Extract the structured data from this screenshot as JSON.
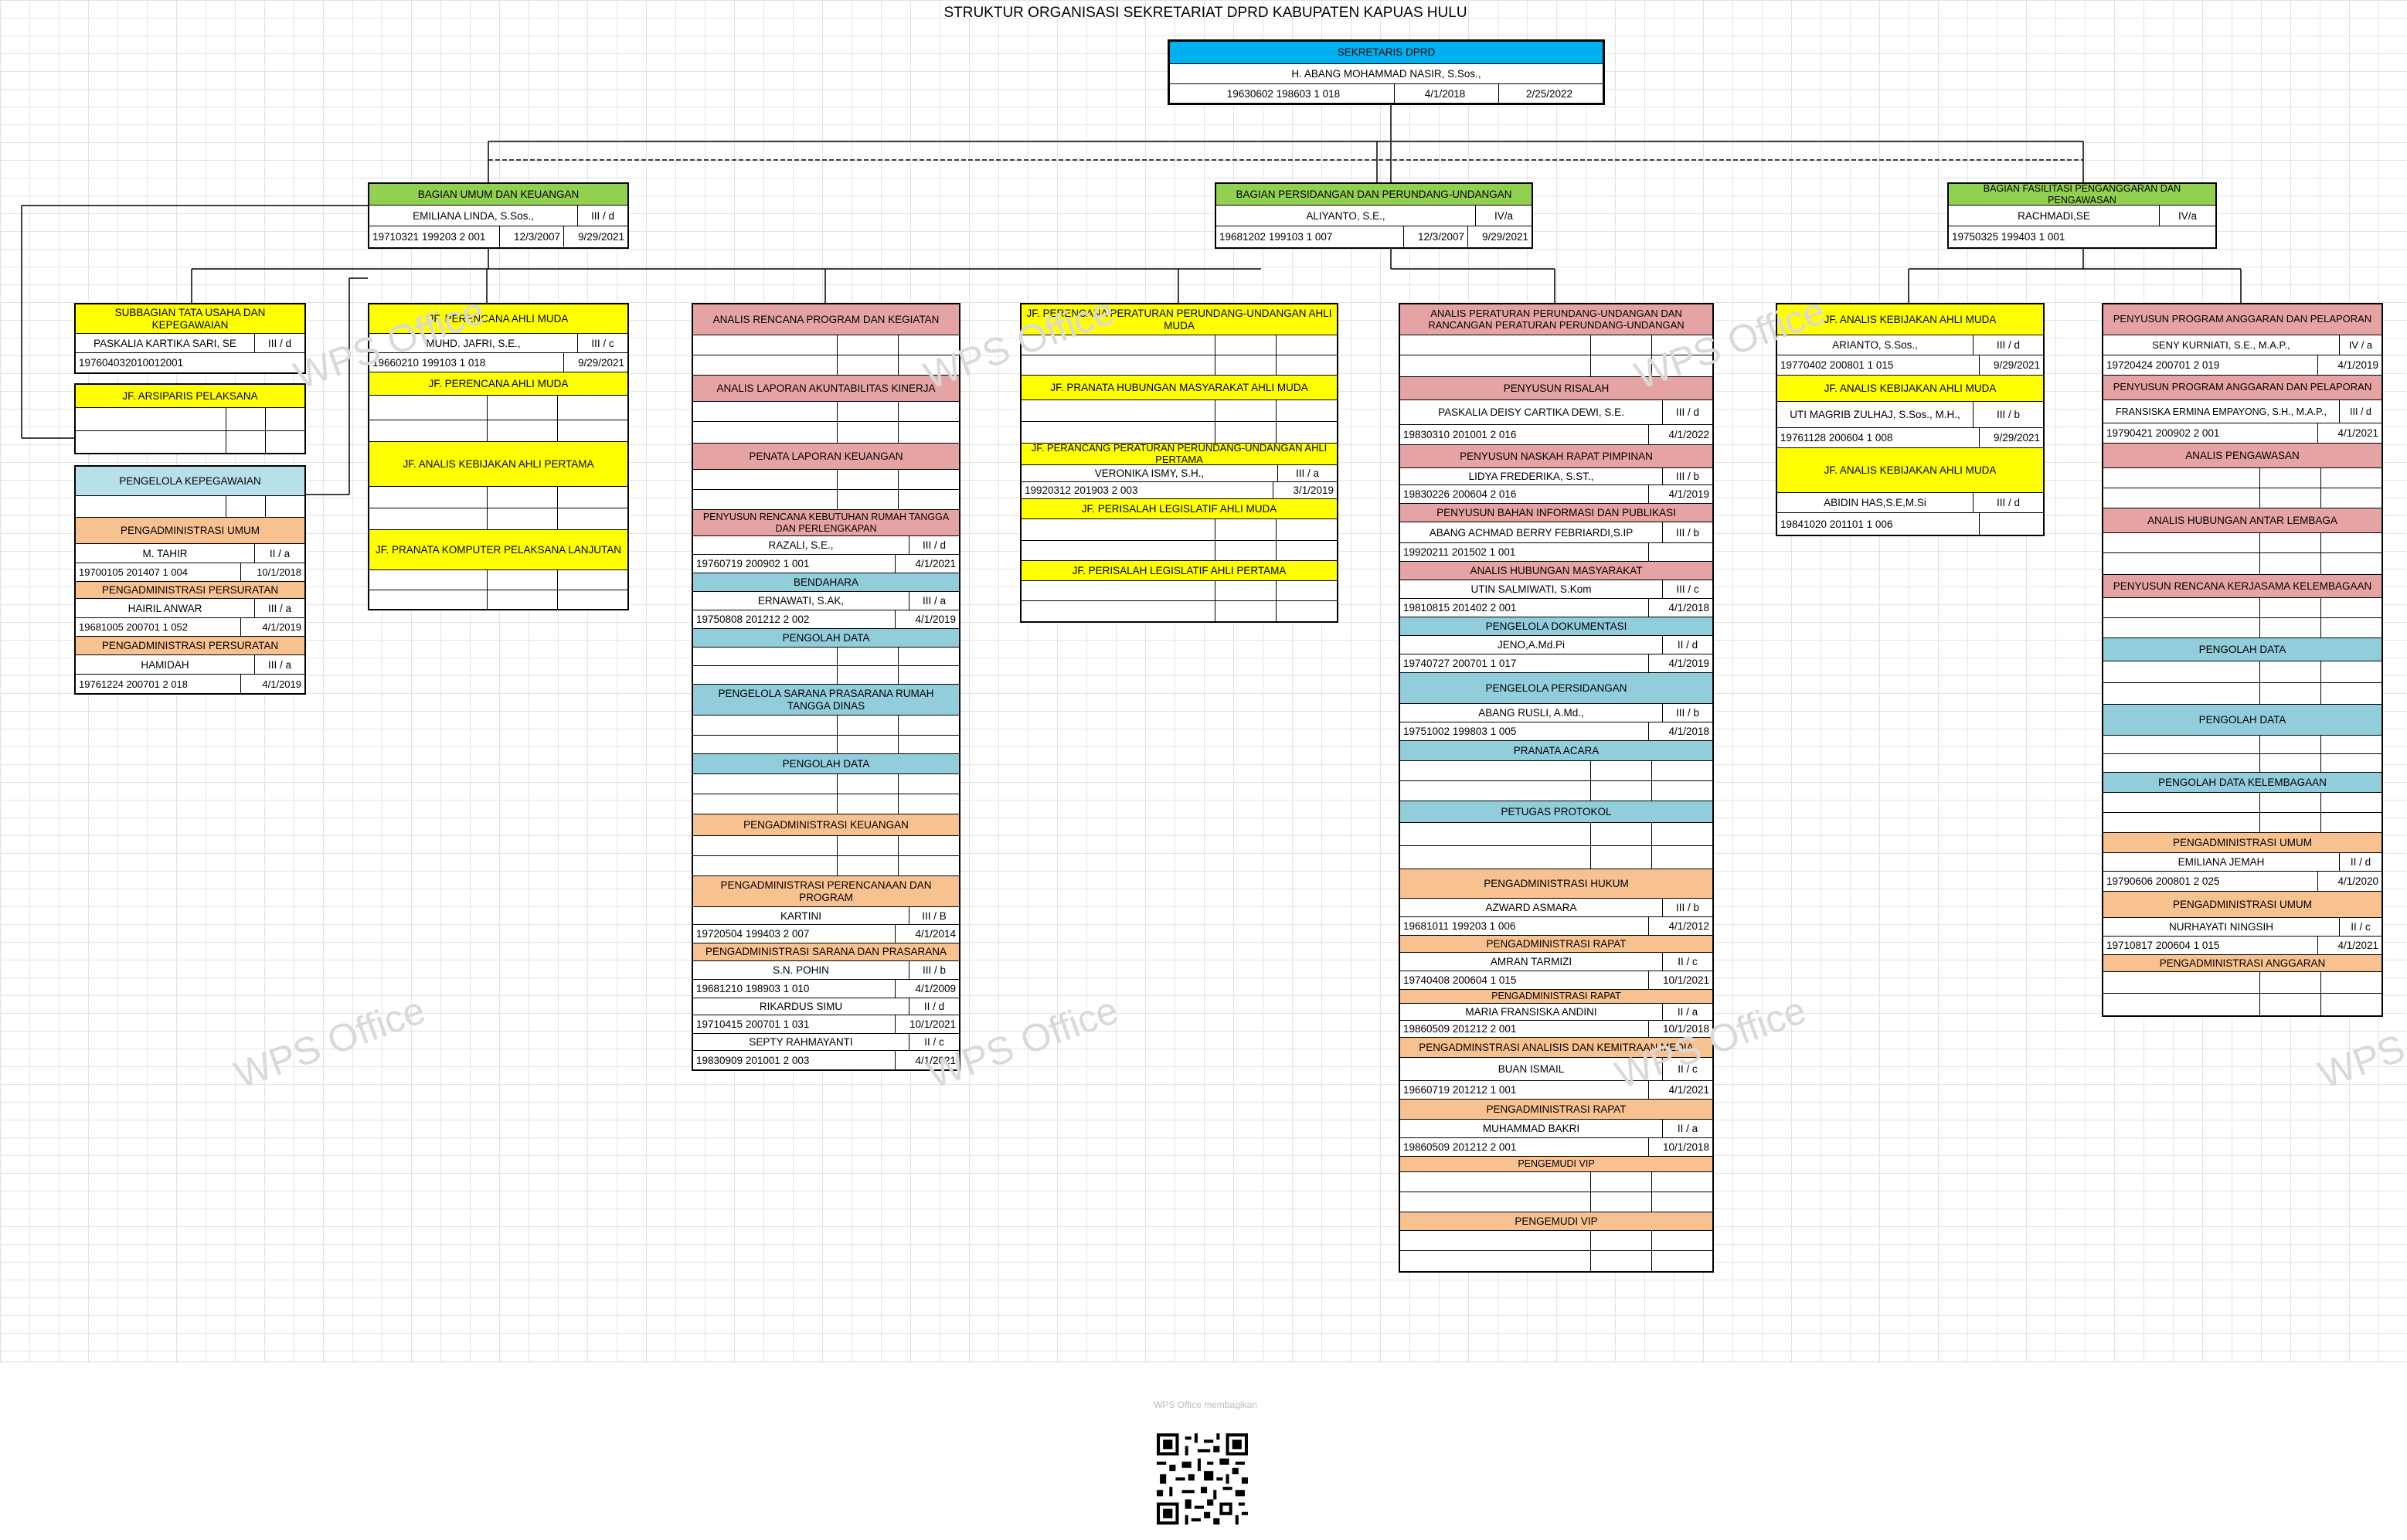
{
  "title": "STRUKTUR ORGANISASI SEKRETARIAT DPRD KABUPATEN KAPUAS HULU",
  "colors": {
    "blue": "#00b0f0",
    "green": "#92d050",
    "yellow": "#ffff00",
    "red": "#e6a3a3",
    "lightblue": "#b7e0ea",
    "teal": "#92cddc",
    "orange": "#f8c190"
  },
  "top": {
    "header": "SEKRETARIS DPRD",
    "name": "H. ABANG MOHAMMAD NASIR, S.Sos.,",
    "nip": "19630602 198603 1 018",
    "d1": "4/1/2018",
    "d2": "2/25/2022"
  },
  "bagian": {
    "umum": {
      "header": "BAGIAN UMUM DAN KEUANGAN",
      "name": "EMILIANA LINDA, S.Sos.,",
      "grade": "III / d",
      "nip": "19710321 199203 2 001",
      "d1": "12/3/2007",
      "d2": "9/29/2021"
    },
    "persidangan": {
      "header": "BAGIAN PERSIDANGAN DAN PERUNDANG-UNDANGAN",
      "name": "ALIYANTO, S.E.,",
      "grade": "IV/a",
      "nip": "19681202 199103 1 007",
      "d1": "12/3/2007",
      "d2": "9/29/2021"
    },
    "fasilitasi": {
      "header": "BAGIAN FASILITASI PENGANGGARAN DAN PENGAWASAN",
      "name": "RACHMADI,SE",
      "grade": "IV/a",
      "nip": "19750325 199403 1 001"
    }
  },
  "c1": {
    "subbag": {
      "header": "SUBBAGIAN TATA USAHA DAN KEPEGAWAIAN",
      "name": "PASKALIA KARTIKA SARI, SE",
      "grade": "III / d",
      "nip": "197604032010012001"
    },
    "arsiparis": "JF. ARSIPARIS PELAKSANA",
    "pk": {
      "h1": "PENGELOLA KEPEGAWAIAN",
      "h2": "PENGADMINISTRASI UMUM",
      "p1": {
        "name": "M. TAHIR",
        "grade": "II / a",
        "nip": "19700105 201407 1 004",
        "d": "10/1/2018"
      },
      "h3": "PENGADMINISTRASI PERSURATAN",
      "p2": {
        "name": "HAIRIL ANWAR",
        "grade": "III / a",
        "nip": "19681005 200701 1 052",
        "d": "4/1/2019"
      },
      "h4": "PENGADMINISTRASI PERSURATAN",
      "p3": {
        "name": "HAMIDAH",
        "grade": "III / a",
        "nip": "19761224 200701 2 018",
        "d": "4/1/2019"
      }
    }
  },
  "c2": {
    "h1": "JF. PERENCANA AHLI MUDA",
    "p1": {
      "name": "MUHD. JAFRI, S.E.,",
      "grade": "III / c",
      "nip": "19660210 199103 1 018",
      "d": "9/29/2021"
    },
    "h2": "JF. PERENCANA AHLI MUDA",
    "h3": "JF. ANALIS KEBIJAKAN AHLI PERTAMA",
    "h4": "JF. PRANATA KOMPUTER PELAKSANA LANJUTAN"
  },
  "c3": {
    "h1": "ANALIS RENCANA PROGRAM DAN KEGIATAN",
    "h2": "ANALIS LAPORAN AKUNTABILITAS KINERJA",
    "h3": "PENATA LAPORAN KEUANGAN",
    "h4": "PENYUSUN RENCANA KEBUTUHAN RUMAH TANGGA DAN PERLENGKAPAN",
    "p4": {
      "name": "RAZALI, S.E.,",
      "grade": "III / d",
      "nip": "19760719 200902 1 001",
      "d": "4/1/2021"
    },
    "h5": "BENDAHARA",
    "p5": {
      "name": "ERNAWATI, S.AK,",
      "grade": "III / a",
      "nip": "19750808 201212 2 002",
      "d": "4/1/2019"
    },
    "h6": "PENGOLAH DATA",
    "h7": "PENGELOLA SARANA PRASARANA RUMAH TANGGA DINAS",
    "h8": "PENGOLAH DATA",
    "h9": "PENGADMINISTRASI KEUANGAN",
    "h10": "PENGADMINISTRASI PERENCANAAN DAN PROGRAM",
    "p10": {
      "name": "KARTINI",
      "grade": "III / B",
      "nip": "19720504 199403 2 007",
      "d": "4/1/2014"
    },
    "h11": "PENGADMINISTRASI SARANA DAN PRASARANA",
    "p11a": {
      "name": "S.N. POHIN",
      "grade": "III / b",
      "nip": "19681210 198903 1 010",
      "d": "4/1/2009"
    },
    "p11b": {
      "name": "RIKARDUS SIMU",
      "grade": "II / d",
      "nip": "19710415 200701 1 031",
      "d": "10/1/2021"
    },
    "p11c": {
      "name": "SEPTY RAHMAYANTI",
      "grade": "II / c",
      "nip": "19830909 201001 2 003",
      "d": "4/1/2021"
    }
  },
  "c4": {
    "h1": "JF. PERENCANA PERATURAN PERUNDANG-UNDANGAN AHLI MUDA",
    "h2": "JF. PRANATA HUBUNGAN MASYARAKAT AHLI MUDA",
    "h3": "JF. PERANCANG PERATURAN PERUNDANG-UNDANGAN AHLI PERTAMA",
    "p3": {
      "name": "VERONIKA ISMY, S.H.,",
      "grade": "III / a",
      "nip": "19920312 201903 2 003",
      "d": "3/1/2019"
    },
    "h4": "JF. PERISALAH LEGISLATIF AHLI MUDA",
    "h5": "JF. PERISALAH LEGISLATIF AHLI PERTAMA"
  },
  "c5": {
    "h1": "ANALIS PERATURAN PERUNDANG-UNDANGAN DAN RANCANGAN PERATURAN PERUNDANG-UNDANGAN",
    "h2": "PENYUSUN RISALAH",
    "p2": {
      "name": "PASKALIA DEISY CARTIKA DEWI, S.E.",
      "grade": "III / d",
      "nip": "19830310 201001 2 016",
      "d": "4/1/2022"
    },
    "h3": "PENYUSUN NASKAH RAPAT PIMPINAN",
    "p3": {
      "name": "LIDYA FREDERIKA, S.ST.,",
      "grade": "III / b",
      "nip": "19830226 200604 2 016",
      "d": "4/1/2019"
    },
    "h4": "PENYUSUN BAHAN INFORMASI DAN PUBLIKASI",
    "p4": {
      "name": "ABANG ACHMAD BERRY FEBRIARDI,S.IP",
      "grade": "III / b",
      "nip": "19920211 201502 1 001",
      "d": ""
    },
    "h5": "ANALIS HUBUNGAN MASYARAKAT",
    "p5": {
      "name": "UTIN SALMIWATI, S.Kom",
      "grade": "III / c",
      "nip": "19810815 201402 2 001",
      "d": "4/1/2018"
    },
    "h6": "PENGELOLA DOKUMENTASI",
    "p6": {
      "name": "JENO,A.Md.Pi",
      "grade": "II / d",
      "nip": "19740727 200701 1 017",
      "d": "4/1/2019"
    },
    "h7": "PENGELOLA PERSIDANGAN",
    "p7": {
      "name": "ABANG RUSLI, A.Md.,",
      "grade": "III / b",
      "nip": "19751002 199803 1 005",
      "d": "4/1/2018"
    },
    "h8": "PRANATA ACARA",
    "h9": "PETUGAS PROTOKOL",
    "h10": "PENGADMINISTRASI HUKUM",
    "p10": {
      "name": "AZWARD ASMARA",
      "grade": "III / b",
      "nip": "19681011 199203 1 006",
      "d": "4/1/2012"
    },
    "h11": "PENGADMINISTRASI RAPAT",
    "p11": {
      "name": "AMRAN TARMIZI",
      "grade": "II / c",
      "nip": "19740408 200604 1 015",
      "d": "10/1/2021"
    },
    "h12": "PENGADMINISTRASI RAPAT",
    "p12": {
      "name": "MARIA FRANSISKA ANDINI",
      "grade": "II / a",
      "nip": "19860509 201212 2 001",
      "d": "10/1/2018"
    },
    "h13": "PENGADMINSTRASI ANALISIS DAN KEMITRAAN MEDIA",
    "p13": {
      "name": "BUAN ISMAIL",
      "grade": "II / c",
      "nip": "19660719 201212 1 001",
      "d": "4/1/2021"
    },
    "h14": "PENGADMINISTRASI RAPAT",
    "p14": {
      "name": "MUHAMMAD BAKRI",
      "grade": "II / a",
      "nip": "19860509 201212 2 001",
      "d": "10/1/2018"
    },
    "h15": "PENGEMUDI VIP",
    "h16": "PENGEMUDI VIP"
  },
  "c6": {
    "h1": "JF. ANALIS KEBIJAKAN  AHLI MUDA",
    "p1": {
      "name": "ARIANTO, S.Sos.,",
      "grade": "III / d",
      "nip": "19770402 200801 1 015",
      "d": "9/29/2021"
    },
    "h2": "JF. ANALIS KEBIJAKAN  AHLI MUDA",
    "p2": {
      "name": "UTI MAGRIB ZULHAJ, S.Sos., M.H.,",
      "grade": "III / b",
      "nip": "19761128 200604 1 008",
      "d": "9/29/2021"
    },
    "h3": "JF. ANALIS KEBIJAKAN  AHLI MUDA",
    "p3": {
      "name": "ABIDIN HAS,S.E,M.Si",
      "grade": "III / d",
      "nip": "19841020 201101 1 006",
      "d": ""
    }
  },
  "c7": {
    "h1": "PENYUSUN PROGRAM ANGGARAN DAN PELAPORAN",
    "p1": {
      "name": "SENY  KURNIATI, S.E., M.A.P.,",
      "grade": "IV / a",
      "nip": "19720424 200701 2 019",
      "d": "4/1/2019"
    },
    "h2": "PENYUSUN PROGRAM ANGGARAN DAN PELAPORAN",
    "p2": {
      "name": "FRANSISKA ERMINA EMPAYONG, S.H., M.A.P.,",
      "grade": "III / d",
      "nip": "19790421 200902 2 001",
      "d": "4/1/2021"
    },
    "h3": "ANALIS PENGAWASAN",
    "h4": "ANALIS HUBUNGAN ANTAR LEMBAGA",
    "h5": "PENYUSUN RENCANA KERJASAMA KELEMBAGAAN",
    "h6": "PENGOLAH DATA",
    "h7": "PENGOLAH DATA",
    "h8": "PENGOLAH DATA KELEMBAGAAN",
    "h9": "PENGADMINISTRASI UMUM",
    "p9": {
      "name": "EMILIANA JEMAH",
      "grade": "II / d",
      "nip": "19790606 200801 2 025",
      "d": "4/1/2020"
    },
    "h10": "PENGADMINISTRASI UMUM",
    "p10": {
      "name": "NURHAYATI NINGSIH",
      "grade": "II / c",
      "nip": "19710817 200604 1 015",
      "d": "4/1/2021"
    },
    "h11": "PENGADMINISTRASI ANGGARAN"
  },
  "watermark": "WPS Office",
  "footer": "WPS Office membagikan"
}
